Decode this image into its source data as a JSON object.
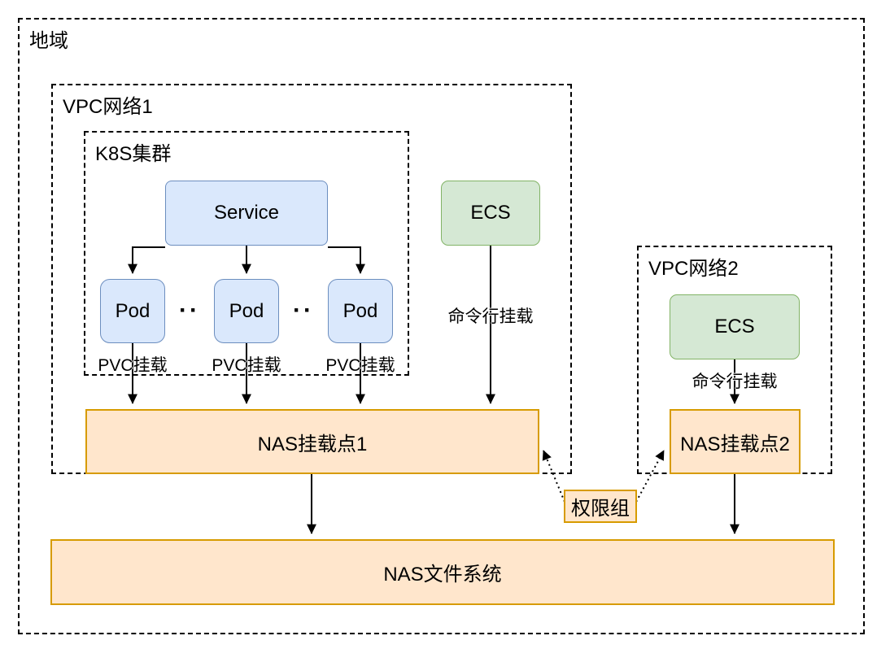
{
  "containers": {
    "region": "地域",
    "vpc1": "VPC网络1",
    "k8s_cluster": "K8S集群",
    "vpc2": "VPC网络2"
  },
  "nodes": {
    "service": "Service",
    "pod1": "Pod",
    "pod2": "Pod",
    "pod3": "Pod",
    "ecs_vpc1": "ECS",
    "ecs_vpc2": "ECS",
    "nas_mount1": "NAS挂载点1",
    "nas_mount2": "NAS挂载点2",
    "permission_group": "权限组",
    "nas_filesystem": "NAS文件系统"
  },
  "edge_labels": {
    "pvc_mount1": "PVC挂载",
    "pvc_mount2": "PVC挂载",
    "pvc_mount3": "PVC挂载",
    "cli_mount_vpc1": "命令行挂载",
    "cli_mount_vpc2": "命令行挂载",
    "ellipsis1": "··",
    "ellipsis2": "··"
  },
  "colors": {
    "pod_service_fill": "#dae8fc",
    "pod_service_stroke": "#6c8ebf",
    "ecs_fill": "#d5e8d4",
    "ecs_stroke": "#82b366",
    "nas_fill": "#ffe6cc",
    "nas_stroke": "#d79b00",
    "container_border": "#000000",
    "edge_line": "#000000",
    "background": "#ffffff"
  }
}
